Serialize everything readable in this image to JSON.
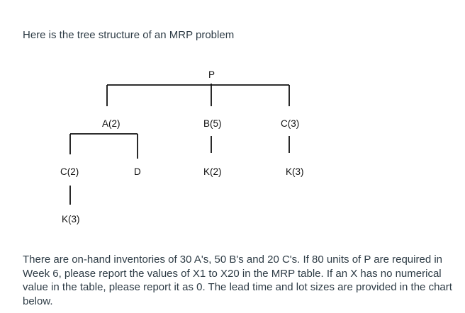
{
  "intro_text": "Here is the tree structure of an MRP problem",
  "tree": {
    "root": "P",
    "level1": [
      "A(2)",
      "B(5)",
      "C(3)"
    ],
    "level2": [
      "C(2)",
      "D",
      "K(2)",
      "K(3)"
    ],
    "level3": [
      "K(3)"
    ]
  },
  "question_text": "There are on-hand inventories of 30 A's, 50 B's and 20 C's. If 80 units of P are required in Week 6, please report the values of X1 to X20 in the MRP table. If an X has no numerical value in the table, please report it as 0. The lead time and lot sizes are provided in the chart below."
}
